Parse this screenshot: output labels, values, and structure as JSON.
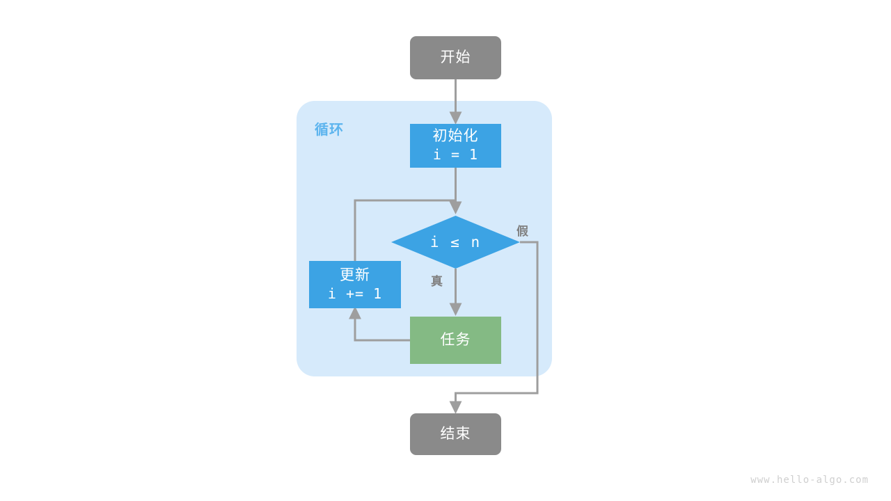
{
  "diagram": {
    "type": "flowchart",
    "title_text": "",
    "colors": {
      "terminal": "#8a8a8a",
      "process": "#3ca3e4",
      "task": "#84ba84",
      "loop_container": "#d6eafb",
      "loop_label": "#5cb4ee",
      "edge": "#9e9e9e",
      "edge_label": "#808080",
      "node_text": "#ffffff",
      "watermark": "#cfcfcf",
      "background": "#ffffff"
    },
    "loop_container": {
      "label": "循环"
    },
    "nodes": [
      {
        "id": "start",
        "shape": "terminal",
        "cn": "开始",
        "code": ""
      },
      {
        "id": "init",
        "shape": "process",
        "cn": "初始化",
        "code": "i = 1"
      },
      {
        "id": "cond",
        "shape": "diamond",
        "cn": "",
        "code": "i ≤ n"
      },
      {
        "id": "update",
        "shape": "process",
        "cn": "更新",
        "code": "i += 1"
      },
      {
        "id": "task",
        "shape": "task",
        "cn": "任务",
        "code": ""
      },
      {
        "id": "end",
        "shape": "terminal",
        "cn": "结束",
        "code": ""
      }
    ],
    "edge_labels": {
      "true": "真",
      "false": "假"
    }
  },
  "watermark": {
    "text": "www.hello-algo.com"
  }
}
